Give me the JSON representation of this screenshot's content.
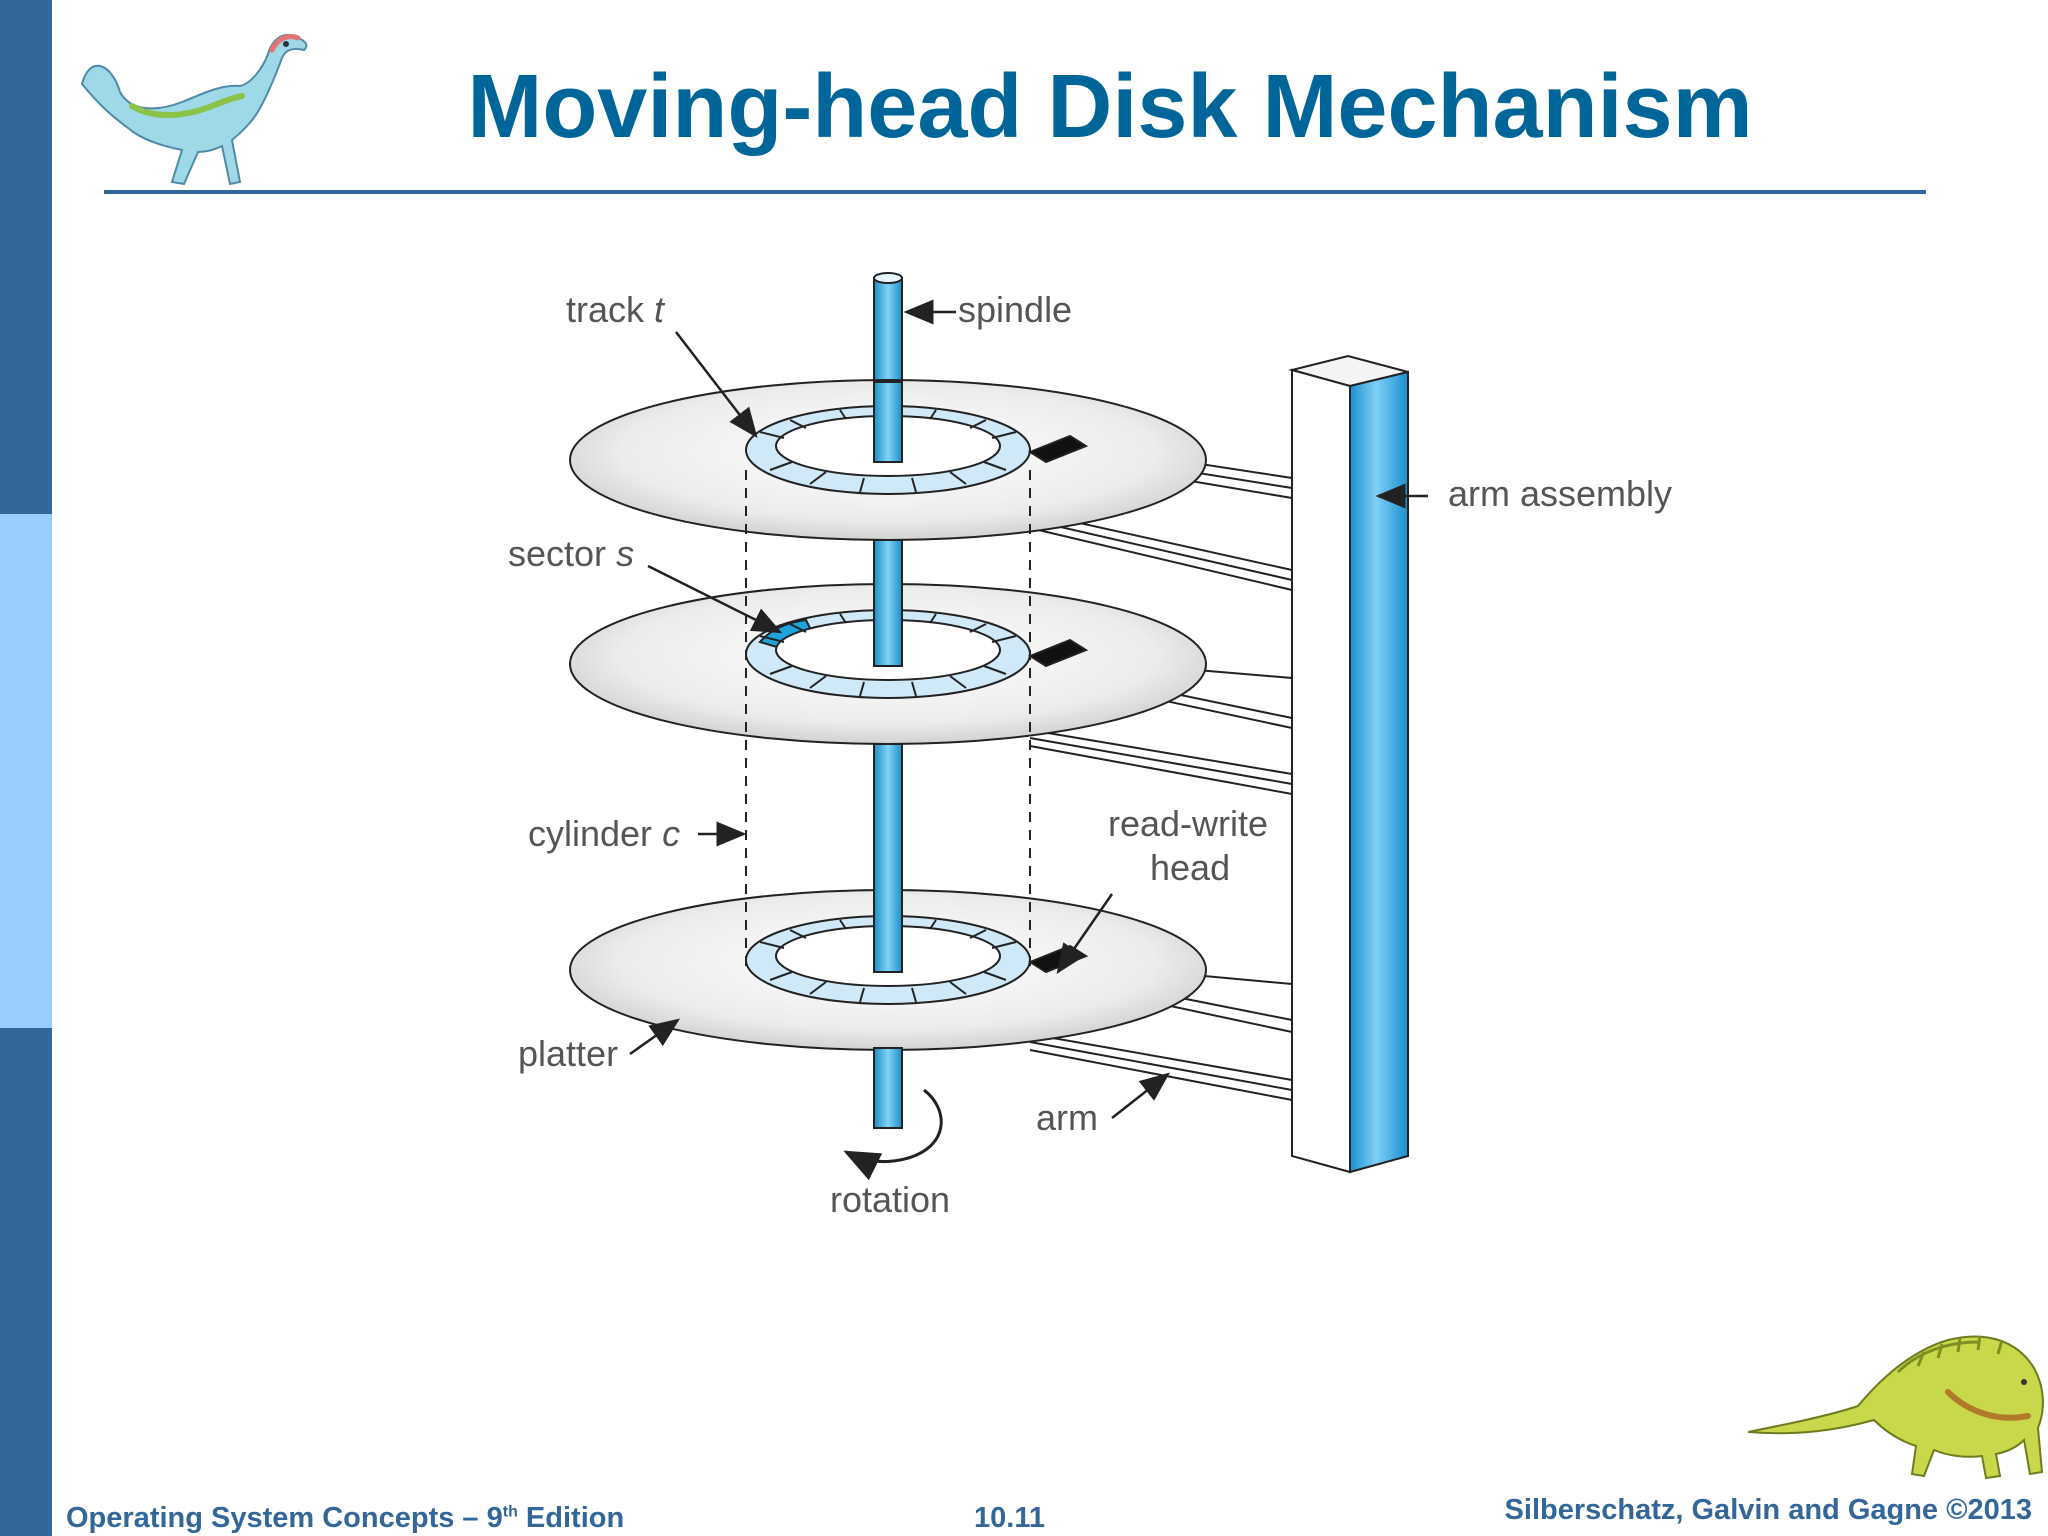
{
  "slide": {
    "title": "Moving-head Disk Mechanism"
  },
  "diagram": {
    "labels": {
      "track": "track",
      "track_var": "t",
      "spindle": "spindle",
      "arm_assembly": "arm assembly",
      "sector": "sector",
      "sector_var": "s",
      "cylinder": "cylinder",
      "cylinder_var": "c",
      "read_write_line1": "read-write",
      "read_write_line2": "head",
      "platter": "platter",
      "arm": "arm",
      "rotation": "rotation"
    }
  },
  "footer": {
    "left_pre": "Operating System Concepts – 9",
    "left_sup": "th",
    "left_post": " Edition",
    "center": "10.11",
    "right": "Silberschatz, Galvin and Gagne ©2013"
  },
  "colors": {
    "sidebar_dark": "#336699",
    "sidebar_light": "#99ccff",
    "title": "#006699",
    "spindle": "#33aadd",
    "track": "#cce8f8",
    "sector_highlight": "#1fa3db"
  },
  "icons": {
    "top_left": "dinosaur-icon",
    "bottom_right": "dinosaur-icon"
  }
}
